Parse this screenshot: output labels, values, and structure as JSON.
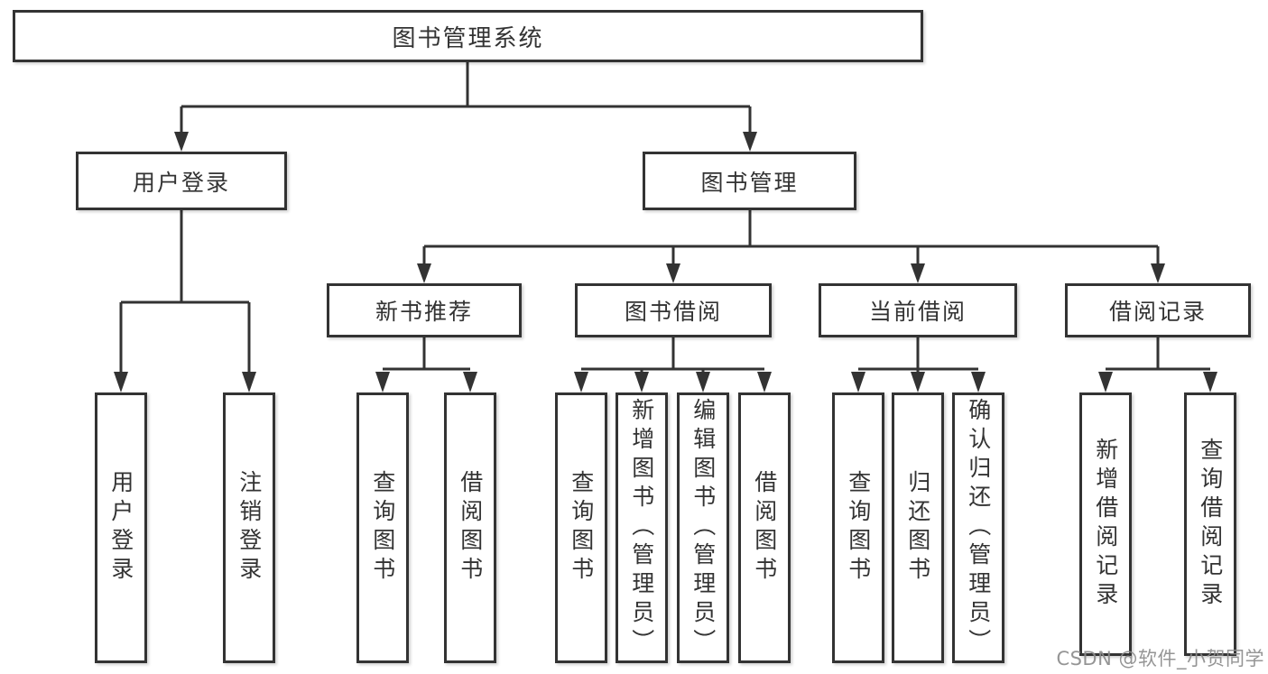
{
  "diagram_title": "图书管理系统",
  "colors": {
    "line": "#333333",
    "box_border": "#333333",
    "text": "#333333",
    "background": "#ffffff",
    "watermark": "#8c8c8c"
  },
  "nodes": {
    "root": "图书管理系统",
    "user_login_branch": "用户登录",
    "book_management": "图书管理",
    "new_book_recommend": "新书推荐",
    "book_borrow": "图书借阅",
    "current_borrow": "当前借阅",
    "borrow_record": "借阅记录",
    "leaf_user_login": "用户登录",
    "leaf_logout": "注销登录",
    "leaf_nb_query_book": "查询图书",
    "leaf_nb_borrow_book": "借阅图书",
    "leaf_bb_query_book": "查询图书",
    "leaf_bb_add_book": "新增图书（管理员）",
    "leaf_bb_edit_book": "编辑图书（管理员）",
    "leaf_bb_borrow_book": "借阅图书",
    "leaf_cb_query_book": "查询图书",
    "leaf_cb_return_book": "归还图书",
    "leaf_cb_confirm_return": "确认归还（管理员）",
    "leaf_br_add_record": "新增借阅记录",
    "leaf_br_query_record": "查询借阅记录"
  },
  "watermark": "CSDN @软件_小贺同学"
}
